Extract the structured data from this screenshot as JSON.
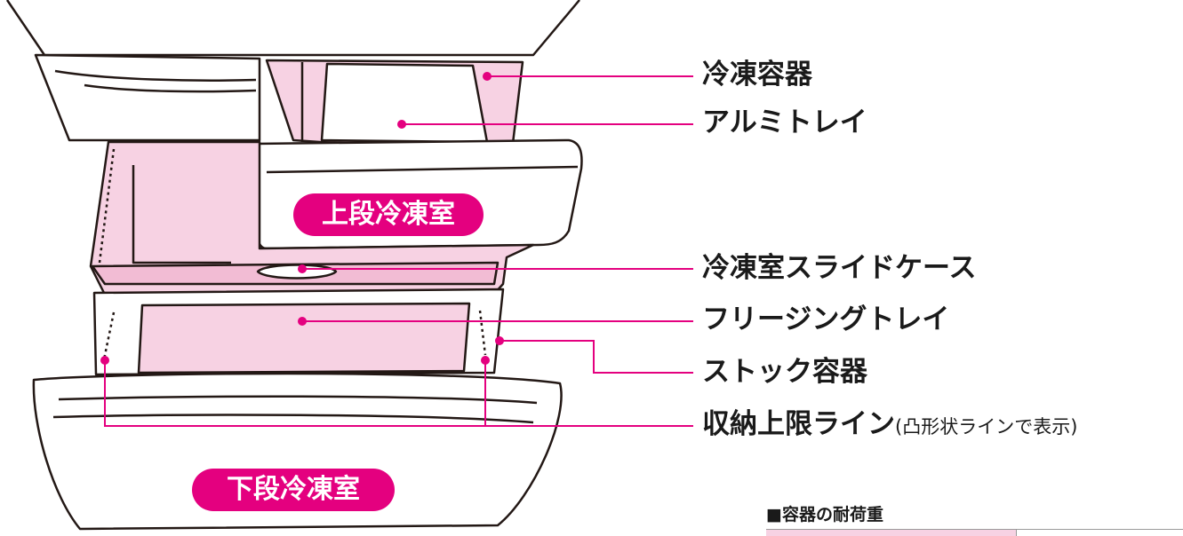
{
  "colors": {
    "accent": "#e4007f",
    "case_pink": "#f7d2e3",
    "outline": "#231815"
  },
  "labels": {
    "freezer_container": "冷凍容器",
    "aluminum_tray": "アルミトレイ",
    "slide_case": "冷凍室スライドケース",
    "freezing_tray": "フリージングトレイ",
    "stock_container": "ストック容器",
    "storage_limit": "収納上限ライン",
    "storage_limit_note": "(凸形状ラインで表示)"
  },
  "compartments": {
    "upper": "上段冷凍室",
    "lower": "下段冷凍室"
  },
  "table": {
    "title": "■容器の耐荷重"
  }
}
